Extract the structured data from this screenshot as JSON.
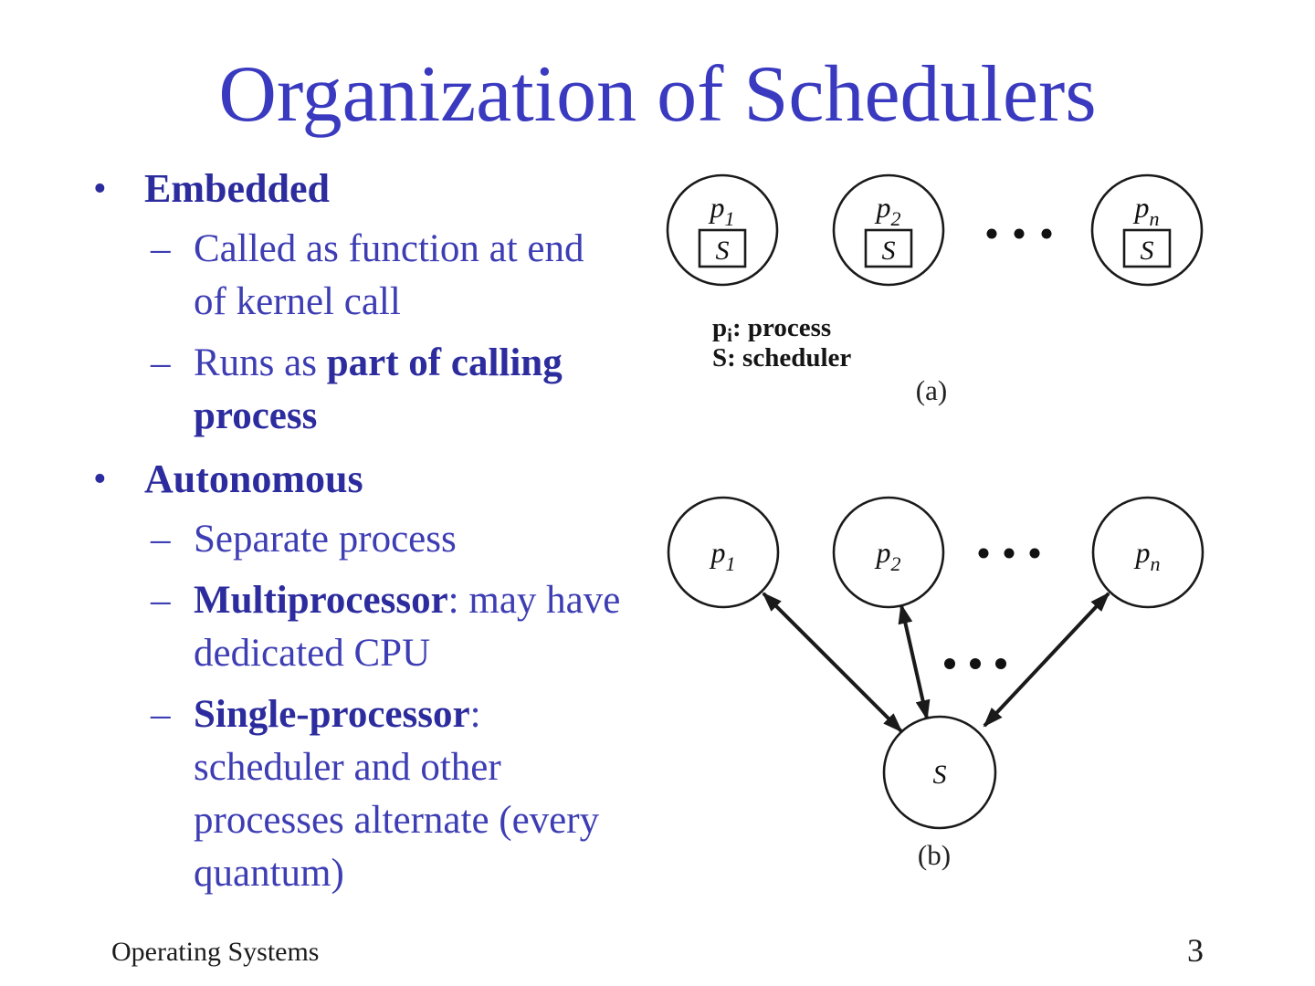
{
  "slide": {
    "title": "Organization of Schedulers",
    "markers": {
      "level1": "•",
      "level2": "–"
    },
    "footer": {
      "left": "Operating Systems",
      "page_number": "3"
    }
  },
  "colors": {
    "title_blue": "#3a3ac0",
    "body_regular_blue": "#3d3db4",
    "body_bold_blue": "#2c2c9e",
    "diagram_ink": "#1a1a1a"
  },
  "bullets": [
    {
      "label": "Embedded",
      "children": [
        {
          "runs": [
            {
              "text": "Called as function at end of kernel call",
              "bold": false
            }
          ]
        },
        {
          "runs": [
            {
              "text": "Runs as ",
              "bold": false
            },
            {
              "text": "part of calling process",
              "bold": true
            }
          ]
        }
      ]
    },
    {
      "label": "Autonomous",
      "children": [
        {
          "runs": [
            {
              "text": "Separate process",
              "bold": false
            }
          ]
        },
        {
          "runs": [
            {
              "text": "Multiprocessor",
              "bold": true
            },
            {
              "text": ": may have dedicated CPU",
              "bold": false
            }
          ]
        },
        {
          "runs": [
            {
              "text": "Single-processor",
              "bold": true
            },
            {
              "text": ": scheduler and other processes alternate (every quantum)",
              "bold": false
            }
          ]
        }
      ]
    }
  ],
  "diagram_a": {
    "nodes": [
      {
        "base": "p",
        "sub": "1",
        "inner": "S"
      },
      {
        "base": "p",
        "sub": "2",
        "inner": "S"
      },
      {
        "base": "p",
        "sub": "n",
        "inner": "S"
      }
    ],
    "ellipsis": "...",
    "legend": {
      "line1": {
        "base": "p",
        "sub": "i",
        "rest": ": process"
      },
      "line2": {
        "base": "S",
        "rest": ": scheduler"
      }
    },
    "caption": "(a)"
  },
  "diagram_b": {
    "nodes": [
      {
        "base": "p",
        "sub": "1"
      },
      {
        "base": "p",
        "sub": "2"
      },
      {
        "base": "p",
        "sub": "n"
      }
    ],
    "center": {
      "label": "S"
    },
    "ellipsis_top": "...",
    "ellipsis_mid": "...",
    "caption": "(b)"
  }
}
